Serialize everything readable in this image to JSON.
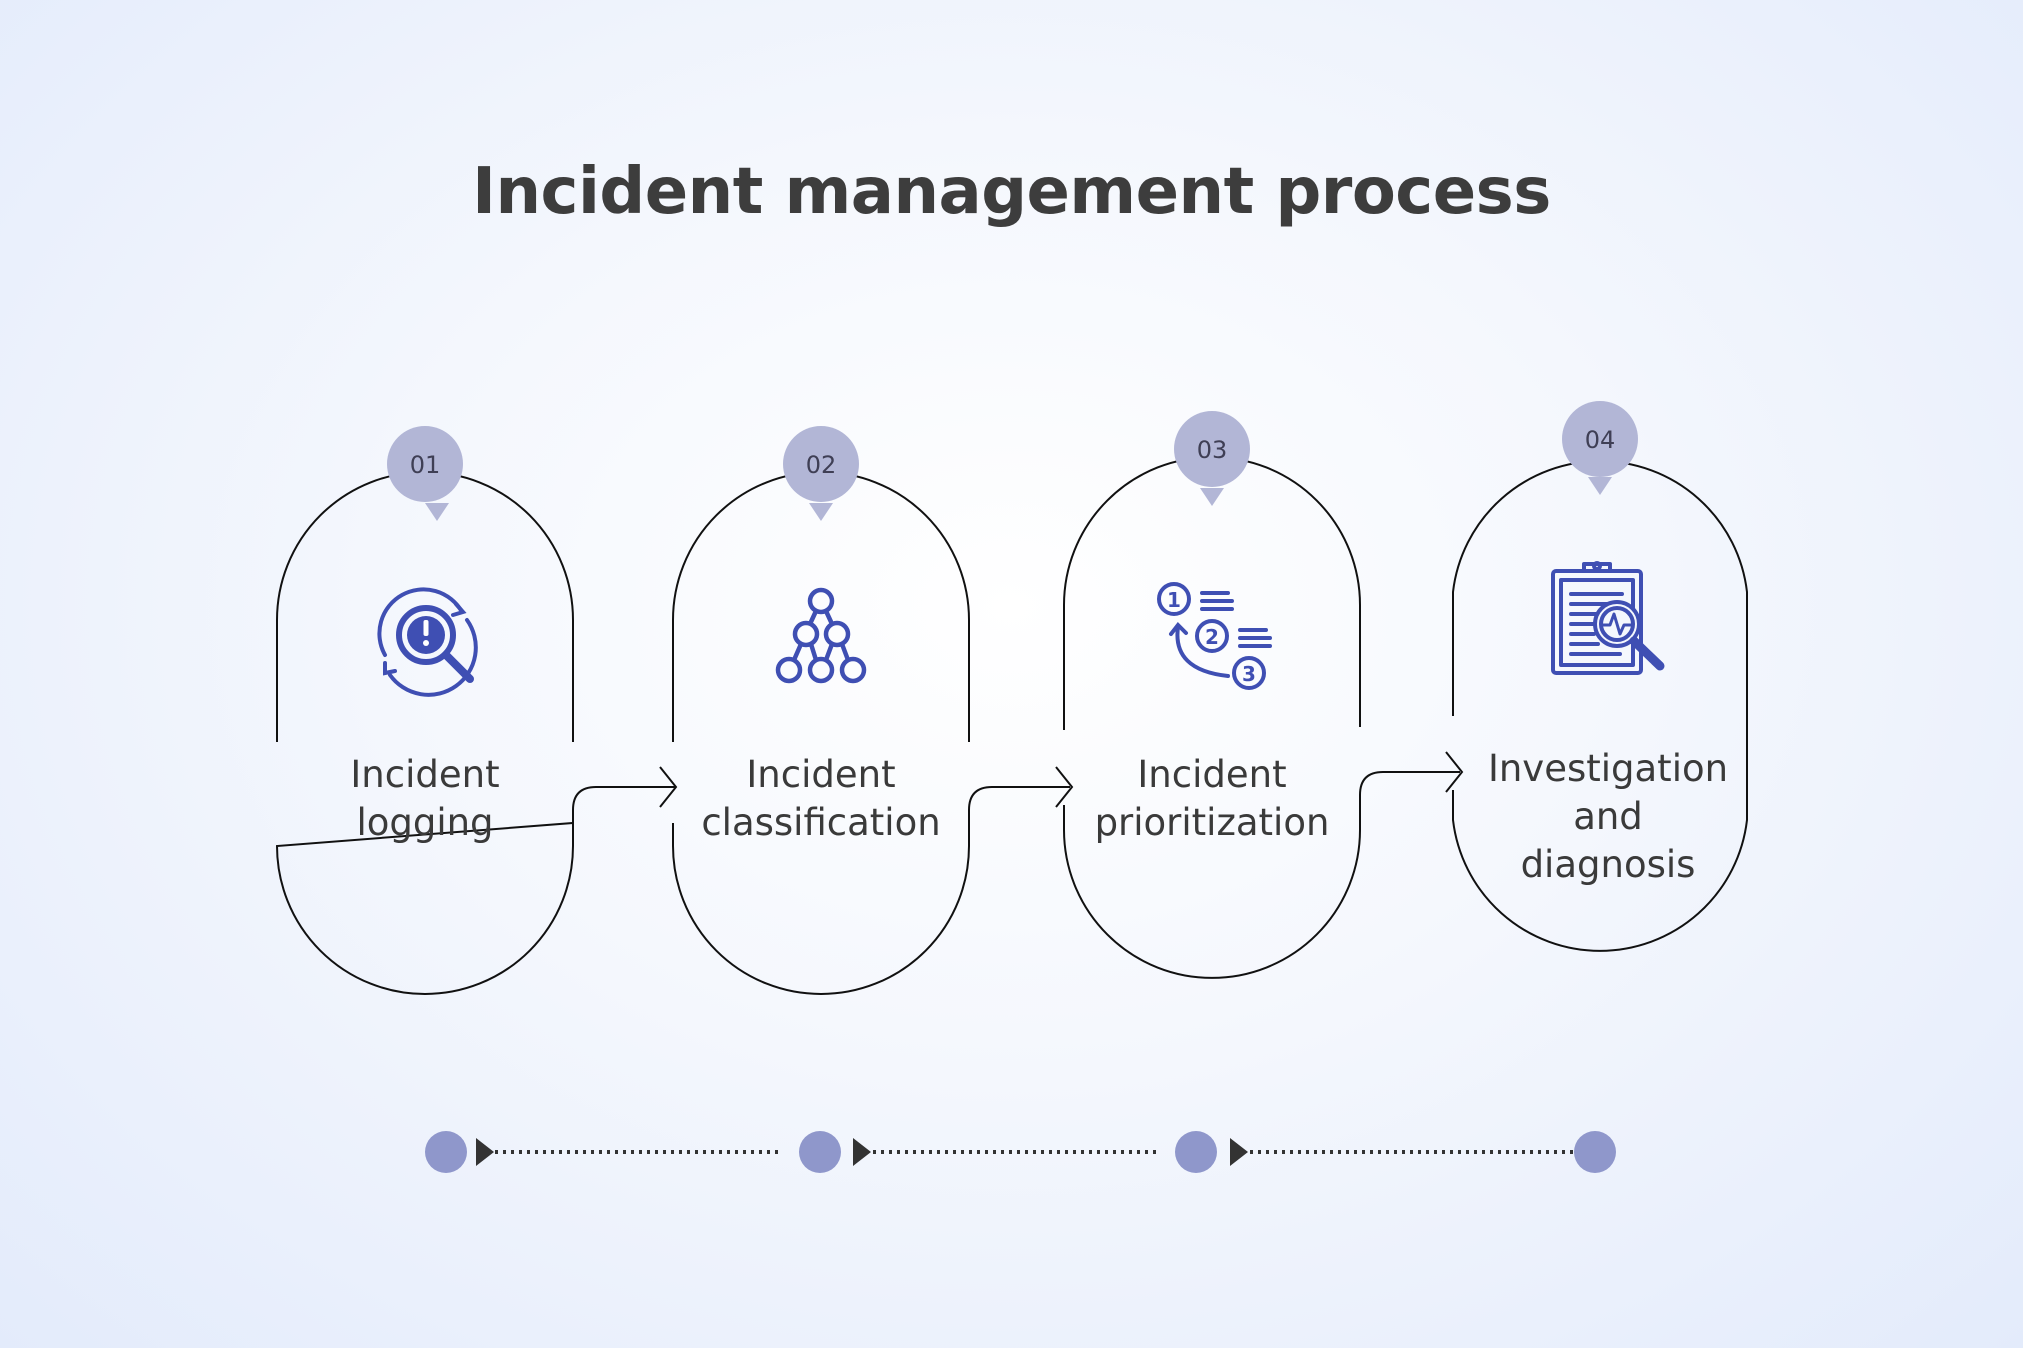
{
  "title": "Incident management process",
  "steps": [
    {
      "number": "01",
      "lines": [
        "Incident",
        "logging"
      ],
      "icon": "magnifier-alert-icon"
    },
    {
      "number": "02",
      "lines": [
        "Incident",
        "classification"
      ],
      "icon": "hierarchy-icon"
    },
    {
      "number": "03",
      "lines": [
        "Incident",
        "prioritization"
      ],
      "icon": "priority-list-icon"
    },
    {
      "number": "04",
      "lines": [
        "Investigation",
        "and",
        "diagnosis"
      ],
      "icon": "clipboard-diagnosis-icon"
    }
  ],
  "colors": {
    "badge": "#b2b6d6",
    "icon": "#3f4fb3",
    "dot": "#8f97cb",
    "outline": "#111111",
    "text": "#3a3a3a"
  }
}
